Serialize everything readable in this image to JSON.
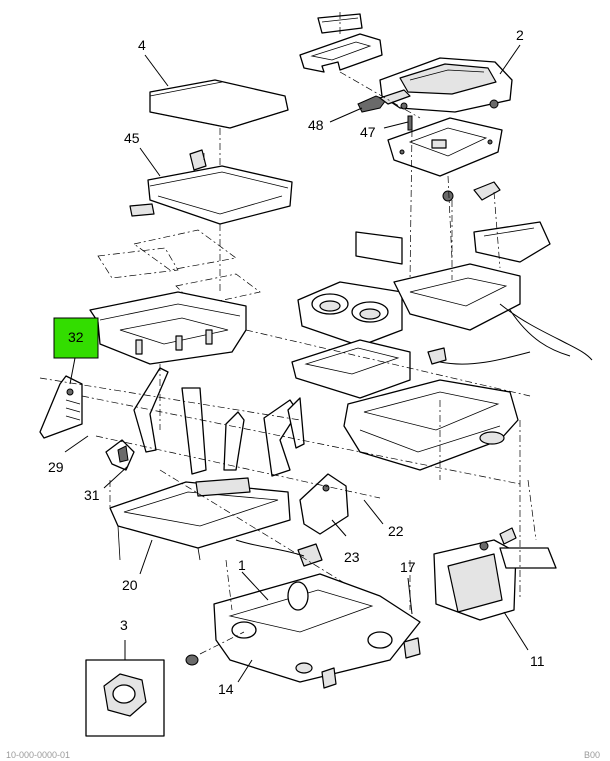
{
  "callouts": {
    "c1": "1",
    "c2": "2",
    "c3": "3",
    "c4": "4",
    "c11": "11",
    "c14": "14",
    "c17": "17",
    "c20": "20",
    "c22": "22",
    "c23": "23",
    "c29": "29",
    "c31": "31",
    "c32": "32",
    "c45": "45",
    "c47": "47",
    "c48": "48"
  },
  "highlighted_callout": "32",
  "colors": {
    "highlight": "#33dd00"
  },
  "footer": {
    "left": "10-000-0000-01",
    "right": "B00"
  }
}
